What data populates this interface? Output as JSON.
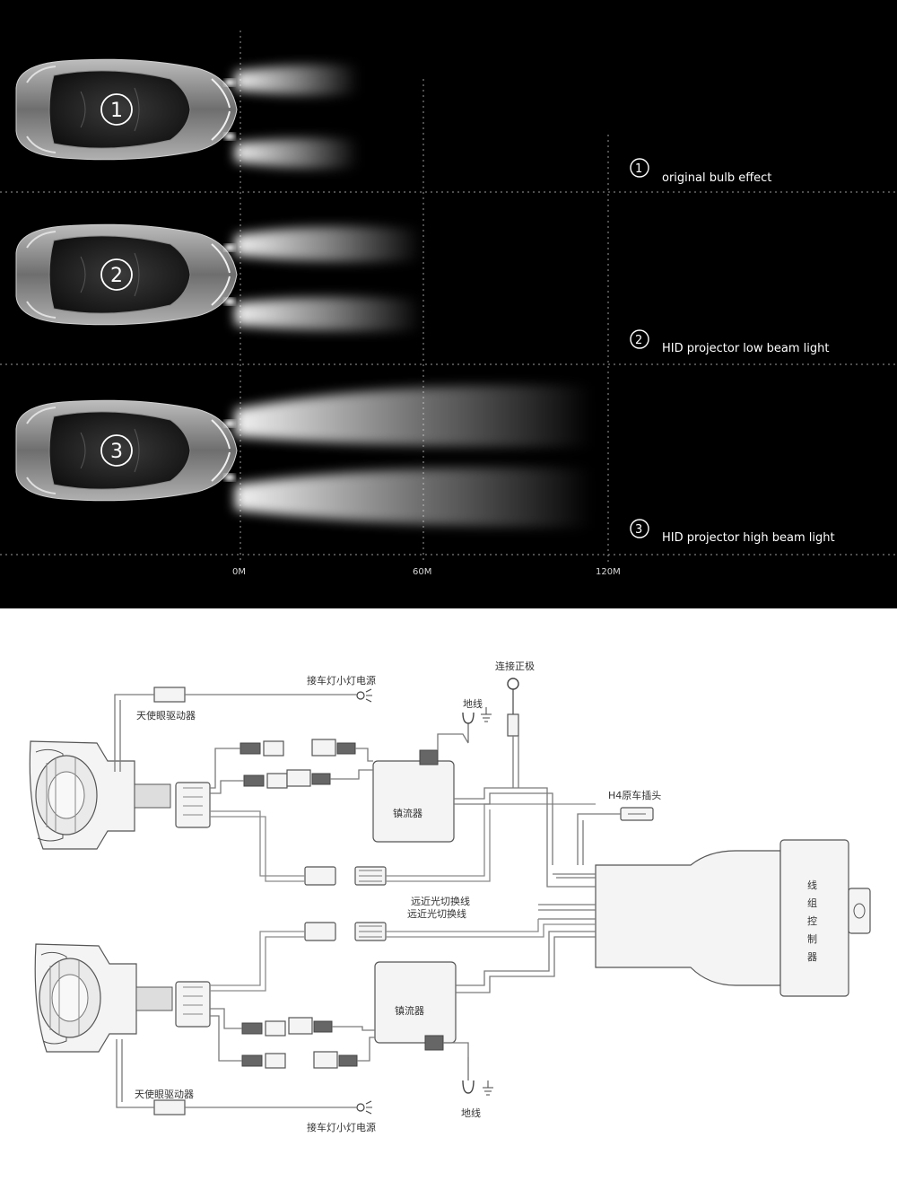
{
  "beam_panel": {
    "distance_labels": [
      "0M",
      "60M",
      "120M"
    ],
    "cars": [
      {
        "num": "①",
        "label": "original bulb effect"
      },
      {
        "num": "②",
        "label": "HID projector low beam light"
      },
      {
        "num": "③",
        "label": "HID projector high beam light"
      }
    ]
  },
  "wiring": {
    "ground_top": "地线",
    "positive": "连接正极",
    "small_light_top": "接车灯小灯电源",
    "angel_eye_top": "天使眼驱动器",
    "ballast_top": "镇流器",
    "h4_plug": "H4原车插头",
    "controller": [
      "线",
      "组",
      "控",
      "制",
      "器"
    ],
    "switch_line_1": "远近光切换线",
    "switch_line_2": "远近光切换线",
    "ballast_bottom": "镇流器",
    "angel_eye_bottom": "天使眼驱动器",
    "small_light_bottom": "接车灯小灯电源",
    "ground_bottom": "地线"
  }
}
